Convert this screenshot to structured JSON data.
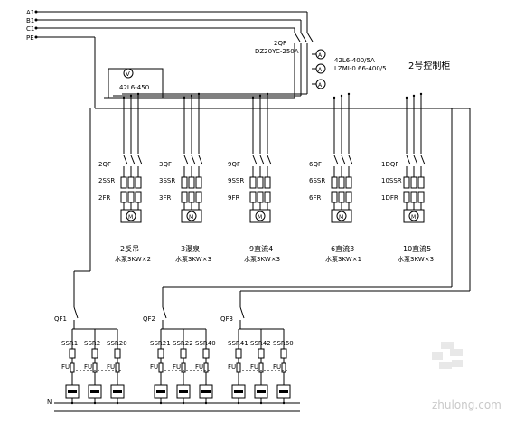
{
  "bus_labels": [
    "A1",
    "B1",
    "C1",
    "PE"
  ],
  "main_breaker": {
    "name": "2QF",
    "model": "DZ20YC-250A"
  },
  "ct_labels": [
    "42L6-400/5A",
    "LZMI-0.66-400/5"
  ],
  "cabinet_title": "2号控制柜",
  "voltmeter": {
    "symbol": "V",
    "model": "42L6-450"
  },
  "ammeter_symbol": "A",
  "motor_symbol": "M",
  "neutral_label": "N",
  "motors": [
    {
      "qf": "2QF",
      "ssr": "2SSR",
      "fr": "2FR",
      "name": "2反吊",
      "rating": "水泵3KW×2"
    },
    {
      "qf": "3QF",
      "ssr": "3SSR",
      "fr": "3FR",
      "name": "3瀑泉",
      "rating": "水泵3KW×3"
    },
    {
      "qf": "9QF",
      "ssr": "9SSR",
      "fr": "9FR",
      "name": "9直流4",
      "rating": "水泵3KW×3"
    },
    {
      "qf": "6QF",
      "ssr": "6SSR",
      "fr": "6FR",
      "name": "6直流3",
      "rating": "水泵3KW×1"
    },
    {
      "qf": "1DQF",
      "ssr": "10SSR",
      "fr": "1DFR",
      "name": "10直流5",
      "rating": "水泵3KW×3"
    }
  ],
  "groups": [
    {
      "qf": "QF1",
      "ssr": [
        "SSR1",
        "SSR2",
        "SSR20"
      ],
      "fu": [
        "FU",
        "FU",
        "FU"
      ]
    },
    {
      "qf": "QF2",
      "ssr": [
        "SSR21",
        "SSR22",
        "SSR40"
      ],
      "fu": [
        "FU",
        "FU",
        "FU"
      ]
    },
    {
      "qf": "QF3",
      "ssr": [
        "SSR41",
        "SSR42",
        "SSR60"
      ],
      "fu": [
        "FU",
        "FU",
        "FU"
      ]
    }
  ],
  "watermark": "zhulong.com"
}
